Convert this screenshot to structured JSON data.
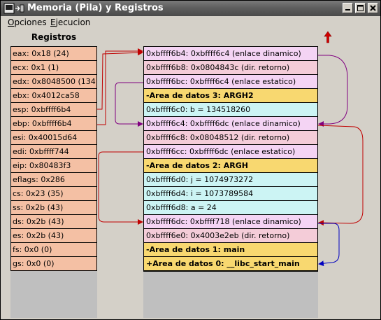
{
  "window": {
    "title": "Memoria (Pila) y Registros",
    "icon": "terminal-icon",
    "buttons": [
      "minimize-icon",
      "maximize-icon",
      "close-icon"
    ]
  },
  "menu": {
    "opciones": {
      "hotkey": "O",
      "rest": "pciones"
    },
    "ejecucion": {
      "hotkey": "E",
      "rest": "jecucion"
    }
  },
  "registers": {
    "header": "Registros",
    "items": [
      "eax: 0x18 (24)",
      "ecx: 0x1 (1)",
      "edx: 0x8048500 (134",
      "ebx: 0x4012ca58",
      "esp: 0xbffff6b4",
      "ebp: 0xbffff6b4",
      "esi: 0x40015d64",
      "edi: 0xbffff744",
      "eip: 0x80483f3",
      "eflags: 0x286",
      "cs: 0x23 (35)",
      "ss: 0x2b (43)",
      "ds: 0x2b (43)",
      "es: 0x2b (43)",
      "fs: 0x0 (0)",
      "gs: 0x0 (0)"
    ]
  },
  "stack": {
    "cells": [
      {
        "text": "0xbffff6b4: 0xbffff6c4 (enlace dinamico)",
        "kind": "link",
        "color": "#f4d4f4"
      },
      {
        "text": "0xbffff6b8: 0x0804843c (dir. retorno)",
        "kind": "ret",
        "color": "#f4ccd8"
      },
      {
        "text": "0xbffff6bc: 0xbffff6c4 (enlace estatico)",
        "kind": "link",
        "color": "#f4d4f4"
      },
      {
        "text": "-Area de datos 3: ARGH2",
        "kind": "header",
        "color": "#f8d870"
      },
      {
        "text": "0xbffff6c0: b = 134518260",
        "kind": "data",
        "color": "#ccf4f4"
      },
      {
        "text": "0xbffff6c4: 0xbffff6dc (enlace dinamico)",
        "kind": "link",
        "color": "#f4d4f4"
      },
      {
        "text": "0xbffff6c8: 0x08048512 (dir. retorno)",
        "kind": "ret",
        "color": "#f4ccd8"
      },
      {
        "text": "0xbffff6cc: 0xbffff6dc (enlace estatico)",
        "kind": "link",
        "color": "#f4d4f4"
      },
      {
        "text": "-Area de datos 2: ARGH",
        "kind": "header",
        "color": "#f8d870"
      },
      {
        "text": "0xbffff6d0: j = 1074973272",
        "kind": "data",
        "color": "#ccf4f4"
      },
      {
        "text": "0xbffff6d4: i = 1073789584",
        "kind": "data",
        "color": "#ccf4f4"
      },
      {
        "text": "0xbffff6d8: a = 24",
        "kind": "data",
        "color": "#ccf4f4"
      },
      {
        "text": "0xbffff6dc: 0xbffff718 (enlace dinamico)",
        "kind": "link",
        "color": "#f4d4f4"
      },
      {
        "text": "0xbffff6e0: 0x4003e2eb (dir. retorno)",
        "kind": "ret",
        "color": "#f4ccd8"
      },
      {
        "text": "-Area de datos 1: main",
        "kind": "header",
        "color": "#f8d870"
      },
      {
        "text": "+Area de datos 0: __libc_start_main",
        "kind": "header",
        "color": "#f8d870"
      }
    ]
  },
  "colors": {
    "register_bg": "#f4c0a4",
    "arrow_red": "#c00000",
    "arrow_purple": "#800080",
    "arrow_blue": "#0000c0"
  },
  "scroll_up_icon": "red-up-arrow-icon"
}
